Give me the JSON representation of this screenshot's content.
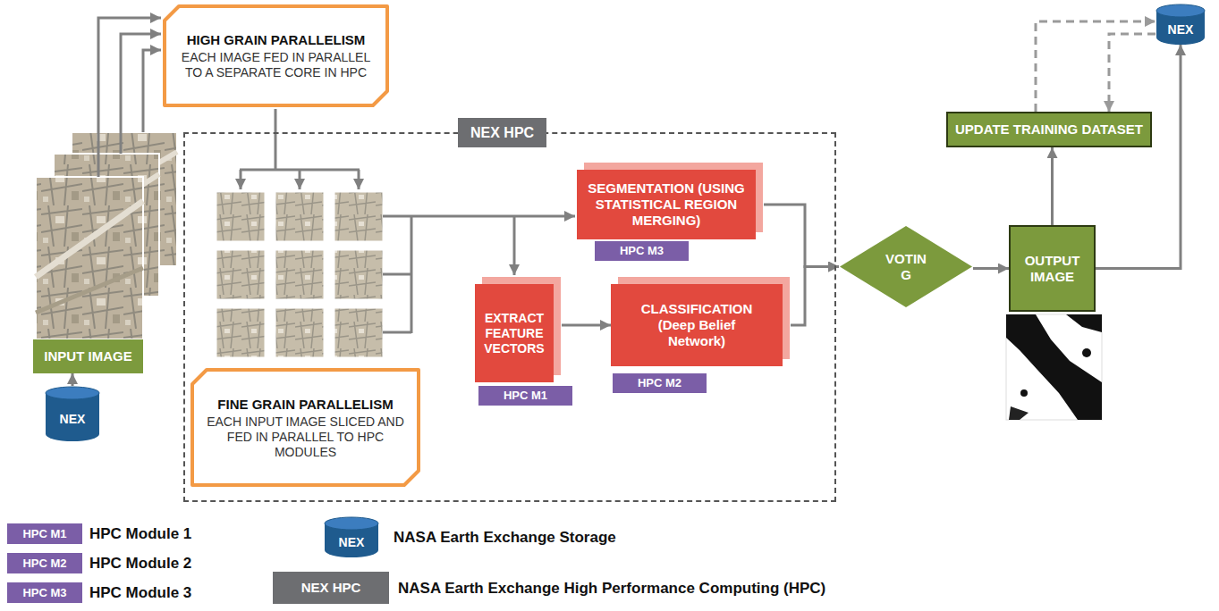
{
  "diagram": {
    "nodes": [
      {
        "text": [
          "HIGH GRAIN PARALLELISM",
          "EACH IMAGE FED IN PARALLEL TO A SEPARATE CORE IN HPC"
        ]
      },
      {
        "text": [
          "INPUT IMAGE"
        ]
      },
      {
        "text": [
          "NEX"
        ]
      },
      {
        "text": [
          "NEX HPC"
        ]
      },
      {
        "text": [
          "SEGMENTATION (USING STATISTICAL REGION MERGING)"
        ],
        "in": 3
      },
      {
        "text": [
          "HPC M3"
        ],
        "in": 3
      },
      {
        "text": [
          "EXTRACT FEATURE VECTORS"
        ],
        "in": 3
      },
      {
        "text": [
          "HPC M1"
        ],
        "in": 3
      },
      {
        "text": [
          "CLASSIFICATION (Deep Belief Network)"
        ],
        "in": 3
      },
      {
        "text": [
          "HPC M2"
        ],
        "in": 3
      },
      {
        "text": [
          "FINE GRAIN PARALLELISM",
          "EACH INPUT IMAGE SLICED AND FED IN PARALLEL TO HPC MODULES"
        ],
        "in": 3
      },
      {
        "text": [
          "VOTIN G"
        ]
      },
      {
        "text": [
          "OUTPUT IMAGE"
        ]
      },
      {
        "text": [
          "UPDATE TRAINING DATASET"
        ]
      },
      {
        "text": [
          "NEX"
        ]
      }
    ],
    "edges": [
      {
        "from": 2,
        "to": 1,
        "arrow": "to"
      },
      {
        "from": 6,
        "to": 8,
        "arrow": "to"
      },
      {
        "from": 4,
        "to": 11,
        "arrow": "to"
      },
      {
        "from": 8,
        "to": 11,
        "arrow": "to"
      },
      {
        "from": 11,
        "to": 12,
        "arrow": "to"
      },
      {
        "from": 12,
        "to": 13,
        "arrow": "to"
      },
      {
        "from": 12,
        "to": 14,
        "arrow": "to"
      },
      {
        "from": 13,
        "to": 14,
        "arrow": "to"
      },
      {
        "from": 14,
        "to": 13,
        "arrow": "to"
      }
    ],
    "labels": [
      "HPC M1",
      "HPC M2",
      "HPC M3",
      "NEX",
      "NEX HPC"
    ],
    "legend": [
      {
        "text": "HPC Module 1",
        "color": "#7b5ea7"
      },
      {
        "text": "HPC Module 2",
        "color": "#7b5ea7"
      },
      {
        "text": "HPC Module 3",
        "color": "#7b5ea7"
      },
      {
        "text": "NASA Earth Exchange Storage"
      },
      {
        "text": "NASA Earth Exchange High Performance Computing (HPC)",
        "color": "#6d6e71"
      }
    ]
  }
}
